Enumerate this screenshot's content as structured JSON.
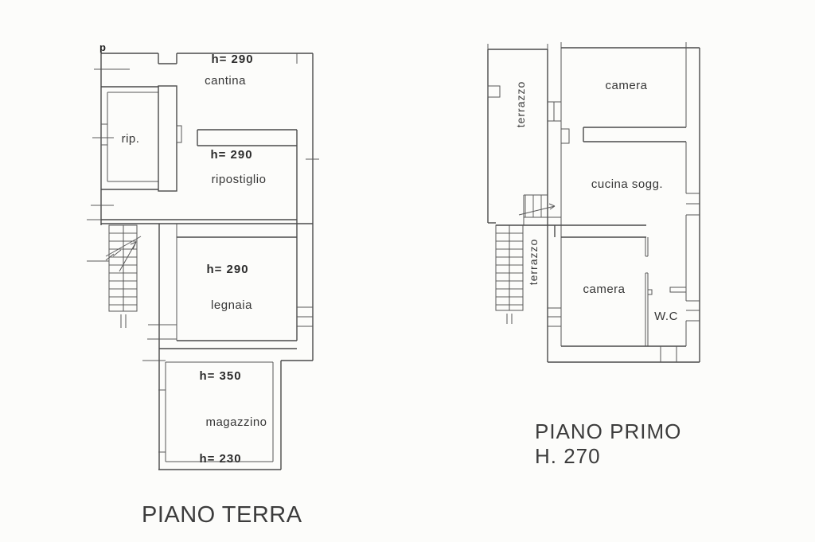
{
  "page": {
    "background": "#fcfcfa",
    "ink": "#4a4a4a",
    "text_color": "#343434"
  },
  "plan_terra": {
    "title": "PIANO TERRA",
    "corner_mark": "p",
    "rooms": {
      "cantina": {
        "name": "cantina",
        "height": "h= 290"
      },
      "rip": {
        "name": "rip."
      },
      "ripostiglio": {
        "name": "ripostiglio",
        "height": "h= 290"
      },
      "legnaia": {
        "name": "legnaia",
        "height": "h= 290"
      },
      "magazzino": {
        "name": "magazzino",
        "height_top": "h= 350",
        "height_bottom": "h= 230"
      }
    }
  },
  "plan_primo": {
    "title": "PIANO PRIMO",
    "height_note": "H. 270",
    "rooms": {
      "terrazzo_upper": {
        "name": "terrazzo"
      },
      "camera_upper": {
        "name": "camera"
      },
      "cucina": {
        "name": "cucina sogg."
      },
      "terrazzo_lower": {
        "name": "terrazzo"
      },
      "camera_lower": {
        "name": "camera"
      },
      "wc": {
        "name": "W.C"
      }
    }
  }
}
